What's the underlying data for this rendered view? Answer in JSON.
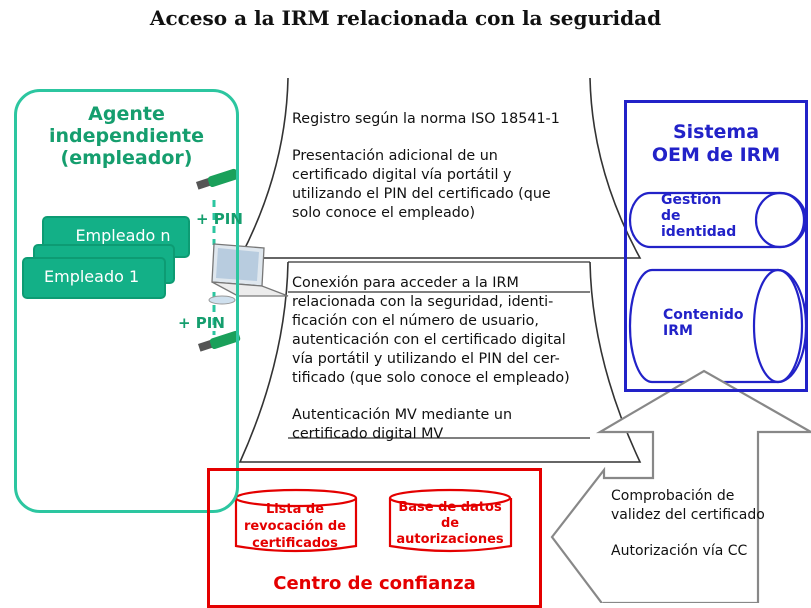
{
  "title": "Acceso a la IRM relacionada con la seguridad",
  "agent": {
    "title_lines": [
      "Agente",
      "independiente",
      "(empleador)"
    ],
    "employees": [
      "Empleado n",
      "Empleado 1"
    ],
    "pin_label": "+ PIN",
    "color": "#2cc6a0"
  },
  "center": {
    "top_block": [
      "Registro según la norma ISO 18541-1"
    ],
    "top_block_2": [
      "Presentación adicional de un",
      "certificado digital vía portátil y",
      "utilizando el PIN del certificado (que",
      "solo conoce el empleado)"
    ],
    "bottom_block": [
      "Conexión para acceder a la IRM",
      "relacionada con la seguridad, identi-",
      "ficación con el número de usuario,",
      "autenticación con el certificado digital",
      "vía portátil y utilizando el PIN del cer-",
      "tificado (que solo conoce el empleado)"
    ],
    "bottom_block_2": [
      "Autenticación MV mediante un",
      "certificado digital MV"
    ]
  },
  "oem": {
    "title_lines": [
      "Sistema",
      "OEM de IRM"
    ],
    "identity_lines": [
      "Gestión",
      "de",
      "identidad"
    ],
    "content_lines": [
      "Contenido",
      "IRM"
    ],
    "color": "#2222c8"
  },
  "trust": {
    "revocation_lines": [
      "Lista de",
      "revocación de",
      "certificados"
    ],
    "authorization_lines": [
      "Base de datos",
      "de",
      "autorizaciones"
    ],
    "title": "Centro de confianza",
    "color": "#e40000"
  },
  "arrow": {
    "lines_1": [
      "Comprobación de",
      "validez del certificado"
    ],
    "lines_2": [
      "Autorización vía CC"
    ]
  },
  "icons": [
    "usb-key-icon",
    "laptop-icon"
  ]
}
